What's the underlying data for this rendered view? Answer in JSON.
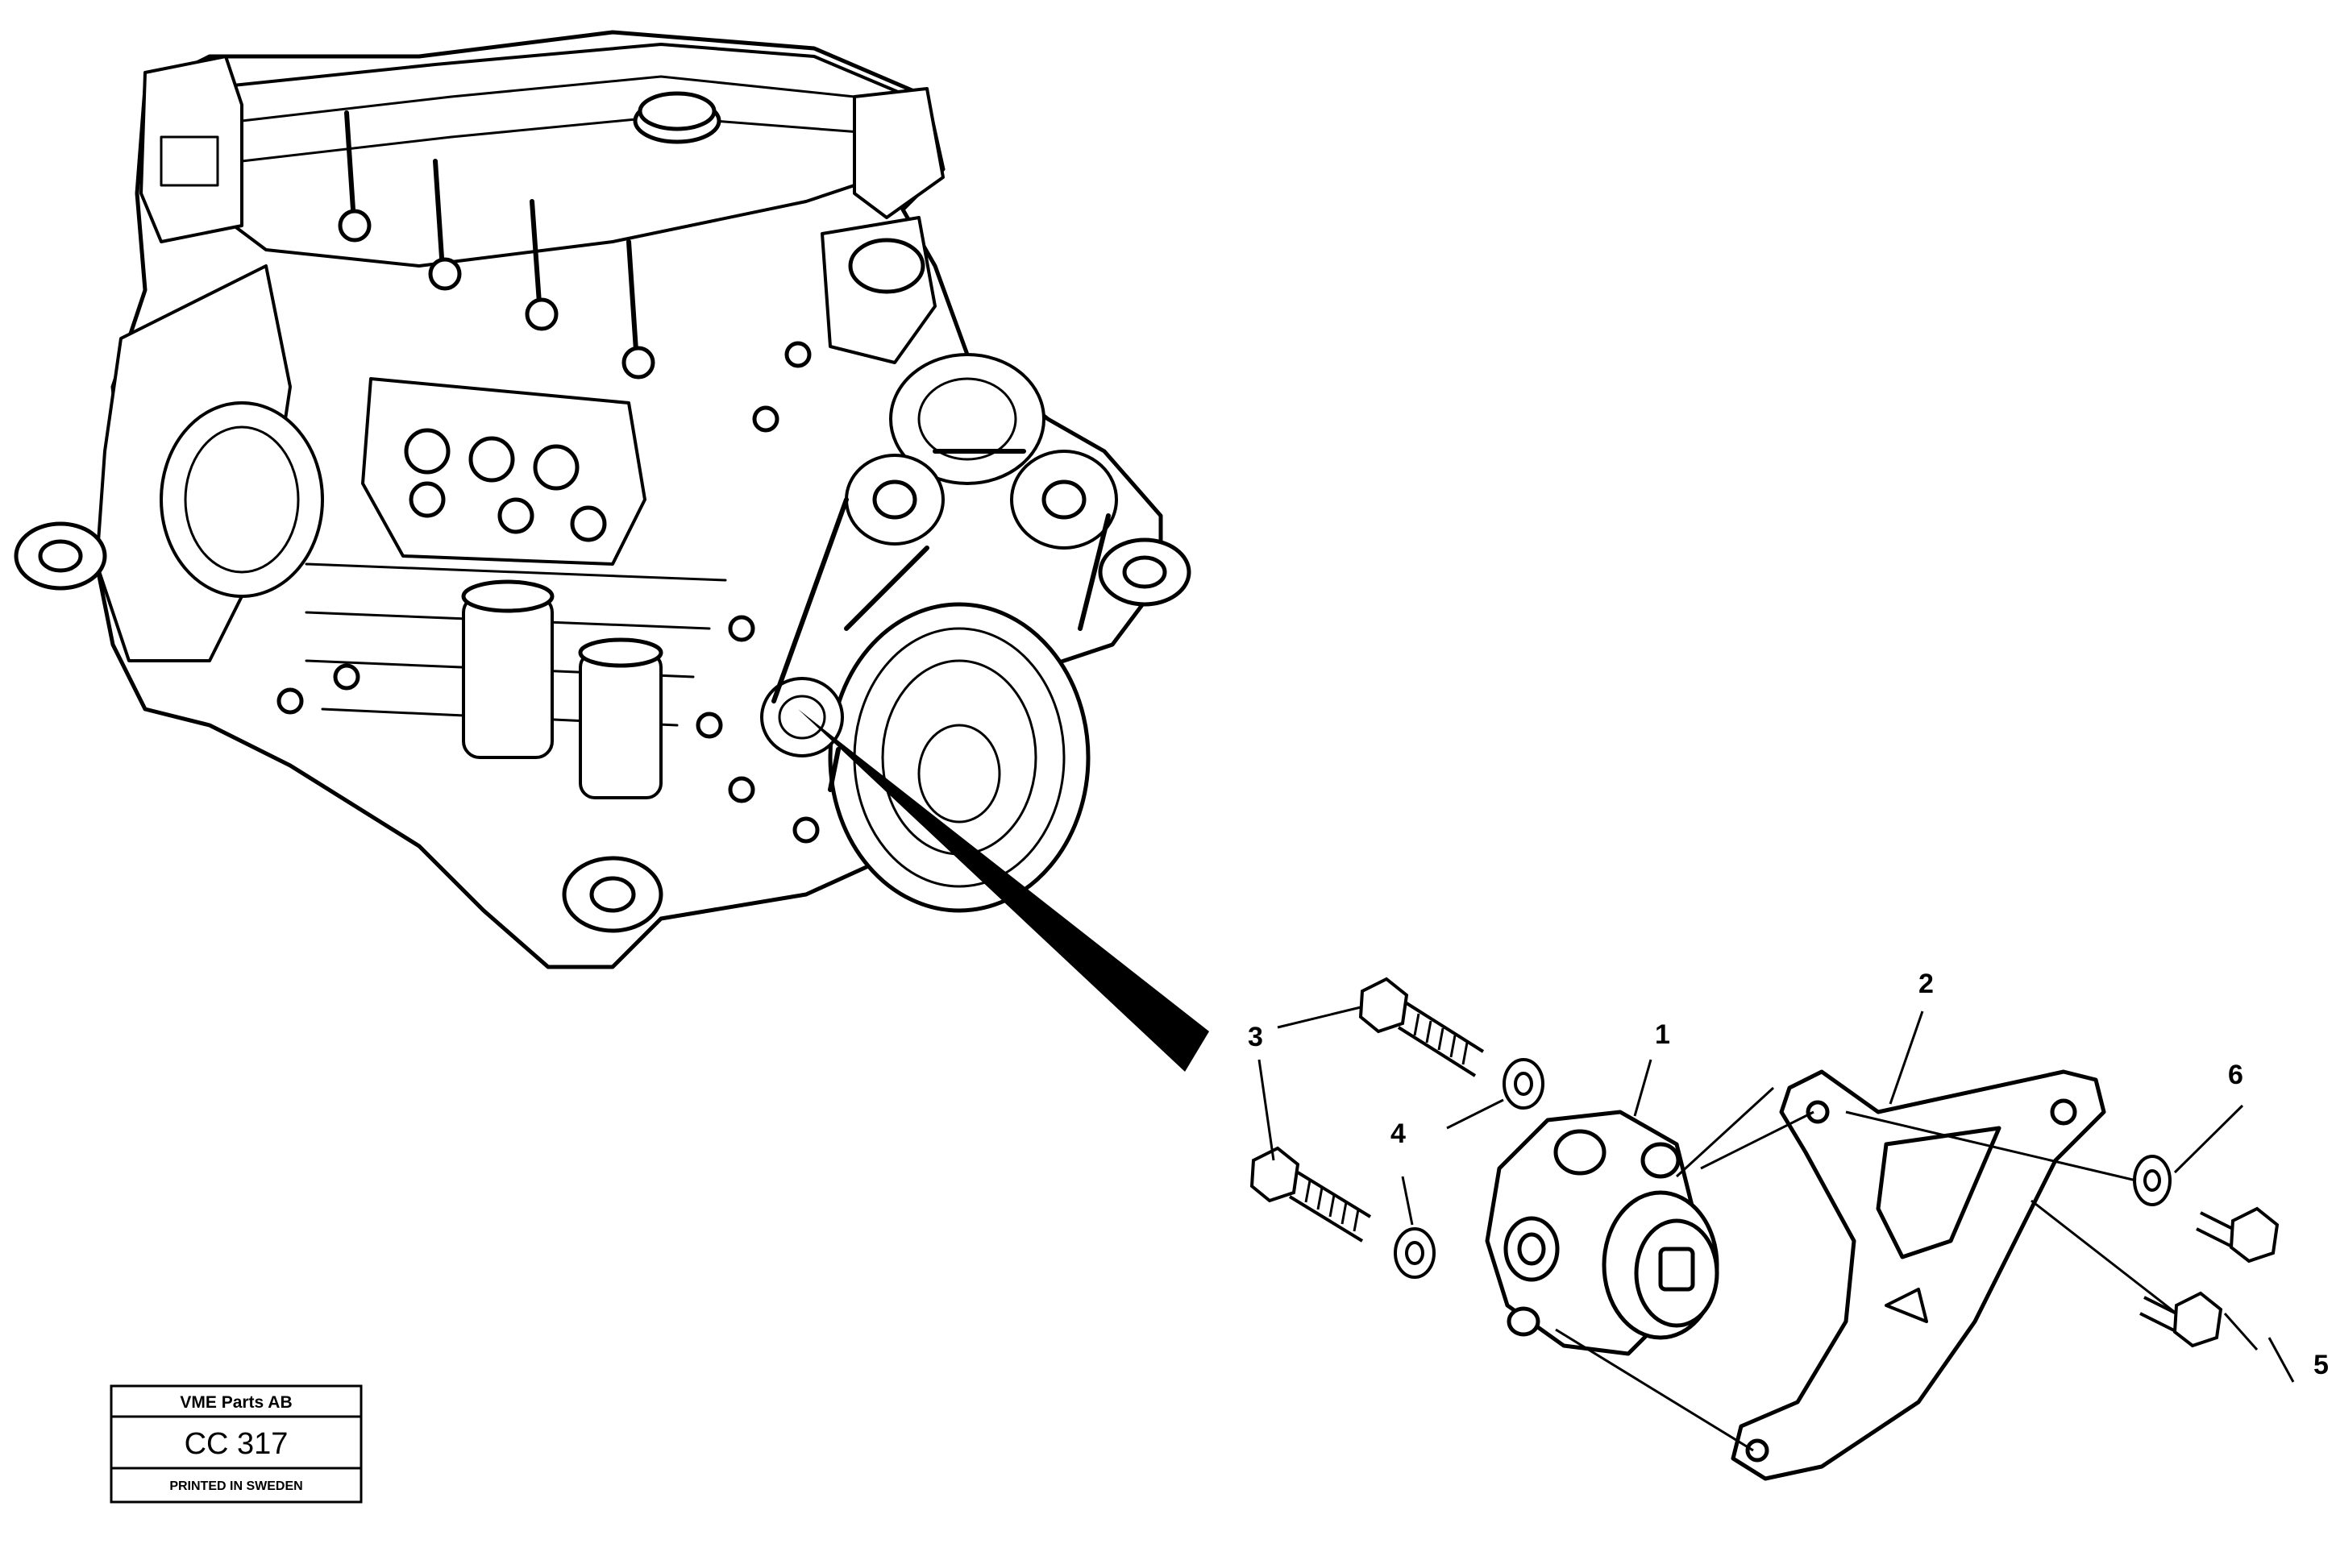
{
  "callouts": {
    "c1": "1",
    "c2": "2",
    "c3": "3",
    "c4": "4",
    "c5": "5",
    "c6": "6"
  },
  "title_block": {
    "company": "VME Parts AB",
    "code": "CC 317",
    "footer": "PRINTED IN SWEDEN"
  }
}
